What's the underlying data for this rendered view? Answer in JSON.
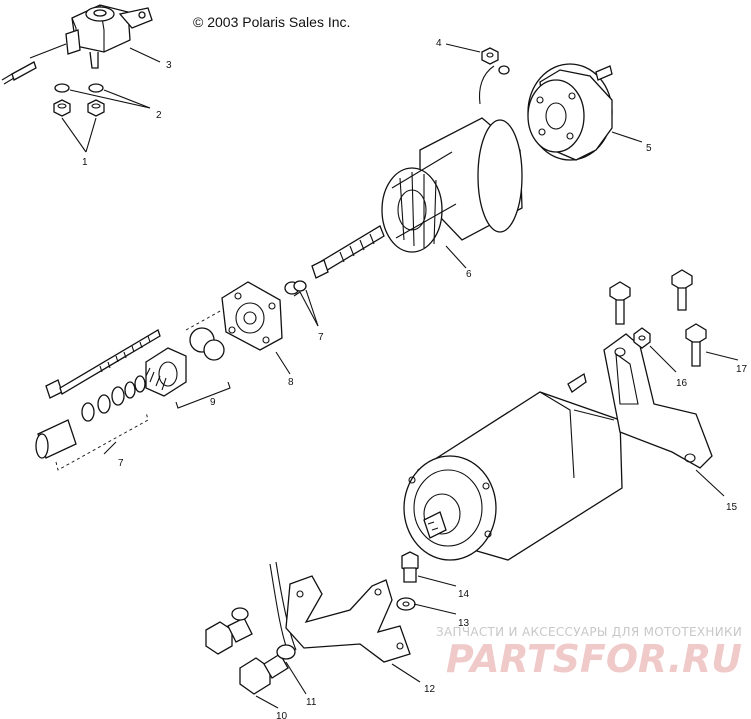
{
  "copyright": "© 2003 Polaris Sales Inc.",
  "watermark": {
    "line1": "ЗАПЧАСТИ И АКСЕССУАРЫ ДЛЯ МОТОТЕХНИКИ",
    "line2": "PARTSFOR.RU"
  },
  "callouts": {
    "c1": "1",
    "c2": "2",
    "c3": "3",
    "c4": "4",
    "c5": "5",
    "c6": "6",
    "c7a": "7",
    "c7b": "7",
    "c8": "8",
    "c9": "9",
    "c10": "10",
    "c11": "11",
    "c12": "12",
    "c13": "13",
    "c14": "14",
    "c15": "15",
    "c16": "16",
    "c17": "17"
  },
  "colors": {
    "line": "#111111",
    "watermark_red": "#f0c9c9",
    "watermark_gray": "#c8c8c8"
  }
}
